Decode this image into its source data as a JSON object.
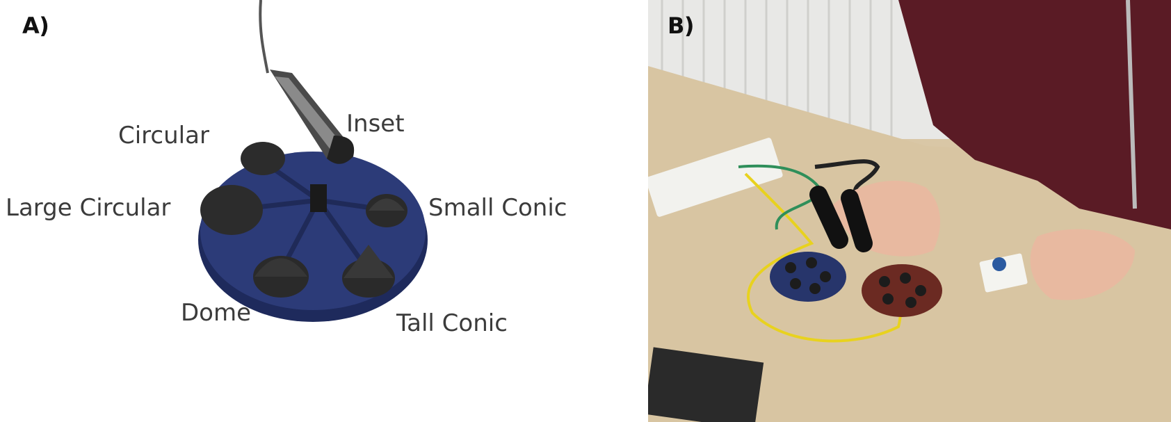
{
  "panels": {
    "a": {
      "label": "A)"
    },
    "b": {
      "label": "B)"
    }
  },
  "shape_labels": {
    "circular": "Circular",
    "inset": "Inset",
    "large_circular": "Large Circular",
    "small_conic": "Small Conic",
    "dome": "Dome",
    "tall_conic": "Tall Conic"
  },
  "colors": {
    "blue_plate": "#27356b",
    "red_plate": "#6b2a22",
    "pad_black": "#2a2a2a",
    "table": "#d9c7a6",
    "hoodie": "#5b1a24",
    "wire_yellow": "#e8d21e",
    "wire_green": "#2f8f5a"
  }
}
